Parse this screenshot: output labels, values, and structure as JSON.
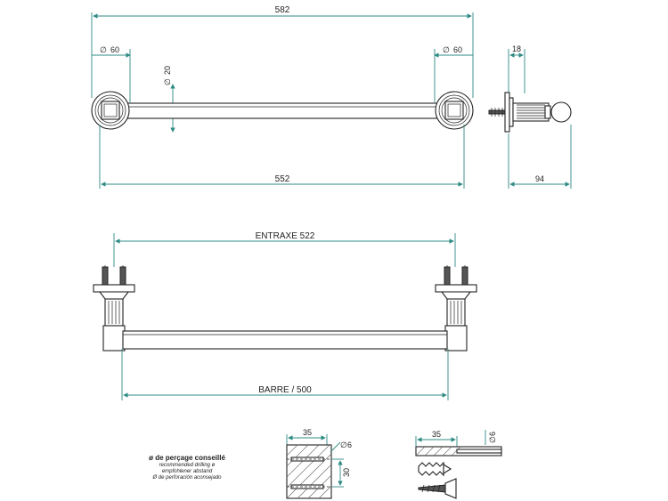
{
  "dimensions": {
    "overall_length": "582",
    "rosette_left": "60",
    "rosette_right": "60",
    "bar_diameter": "20",
    "depth": "18",
    "between_rosettes": "552",
    "projection": "94",
    "entraxe": "ENTRAXE 522",
    "barre": "BARRE / 500",
    "drill_width_a": "35",
    "drill_dia_a": "6",
    "drill_height": "30",
    "drill_width_b": "35",
    "drill_dia_b": "6"
  },
  "note": {
    "title": "ø de perçage conseillé",
    "line_en": "recommended drilling ø",
    "line_de": "empfohlener abstand",
    "line_es": "Ø de perforación aconsejado"
  },
  "colors": {
    "dimension_line": "#2e8b84",
    "outline": "#222222"
  }
}
